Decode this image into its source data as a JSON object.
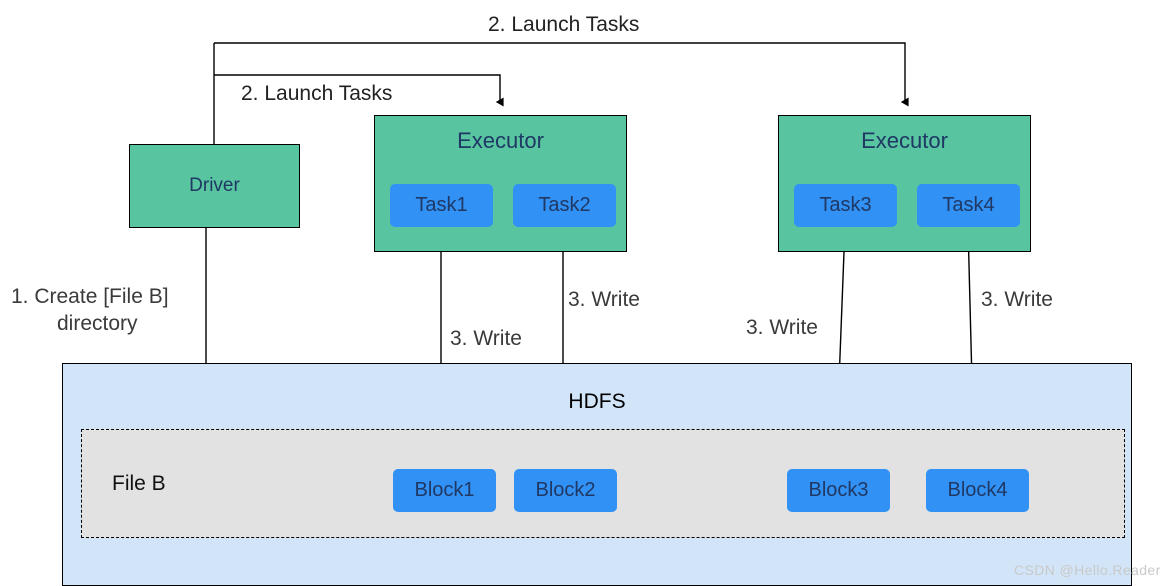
{
  "diagram": {
    "title_context": "Spark writes to HDFS",
    "colors": {
      "executor_fill": "#58C4A0",
      "task_fill": "#3291F5",
      "hdfs_fill": "#D2E5F8",
      "fileb_fill": "#E2E2E2",
      "node_text": "#1F3864",
      "label_text": "#222222",
      "stroke": "#000000"
    },
    "driver": {
      "label": "Driver"
    },
    "executors": [
      {
        "label": "Executor",
        "tasks": [
          {
            "label": "Task1"
          },
          {
            "label": "Task2"
          }
        ]
      },
      {
        "label": "Executor",
        "tasks": [
          {
            "label": "Task3"
          },
          {
            "label": "Task4"
          }
        ]
      }
    ],
    "hdfs": {
      "label": "HDFS",
      "file": {
        "label": "File B",
        "blocks": [
          {
            "label": "Block1"
          },
          {
            "label": "Block2"
          },
          {
            "label": "Block3"
          },
          {
            "label": "Block4"
          }
        ]
      }
    },
    "edge_labels": {
      "launch_tasks_top": "2. Launch Tasks",
      "launch_tasks_left": "2. Launch Tasks",
      "create_directory_line1": "1. Create [File B]",
      "create_directory_line2": "directory",
      "write_task1": "3. Write",
      "write_task2": "3. Write",
      "write_task3": "3. Write",
      "write_task4": "3. Write"
    },
    "watermark": "CSDN @Hello.Reader"
  }
}
